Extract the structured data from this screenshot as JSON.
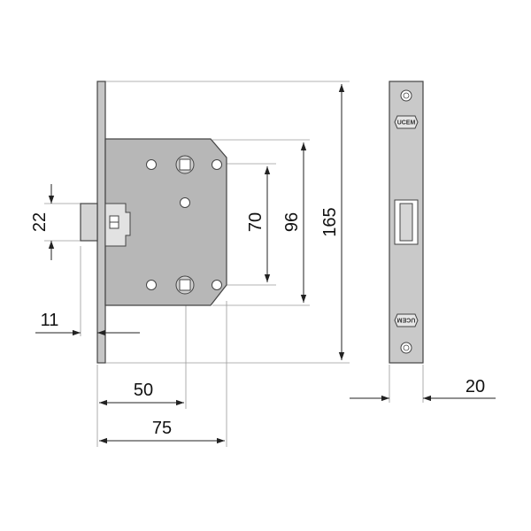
{
  "colors": {
    "faceplate": "#c6c6c6",
    "case": "#b7b7b7",
    "outline": "#444444",
    "hole": "#ffffff",
    "dimension_line": "#222222",
    "extension_line": "#9a9a9a"
  },
  "dimensions": {
    "backset": "50",
    "case_depth": "75",
    "latch_projection": "11",
    "latch_height": "22",
    "spindle_distance": "70",
    "fixing_distance": "96",
    "faceplate_height": "165",
    "faceplate_width": "20"
  },
  "logo": {
    "text": "UCEM"
  }
}
